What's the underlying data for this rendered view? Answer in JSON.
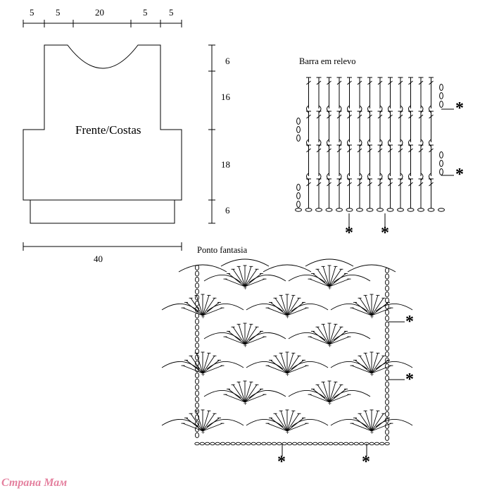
{
  "pattern": {
    "top_widths": [
      "5",
      "5",
      "20",
      "5",
      "5"
    ],
    "heights": [
      "6",
      "16",
      "18",
      "6"
    ],
    "bottom_width": "40",
    "piece_label": "Frente/Costas"
  },
  "charts": {
    "rib": {
      "title": "Barra em relevo",
      "marker": "*"
    },
    "fancy": {
      "title": "Ponto fantasia",
      "marker": "*"
    }
  },
  "watermark": "Страна Мам"
}
